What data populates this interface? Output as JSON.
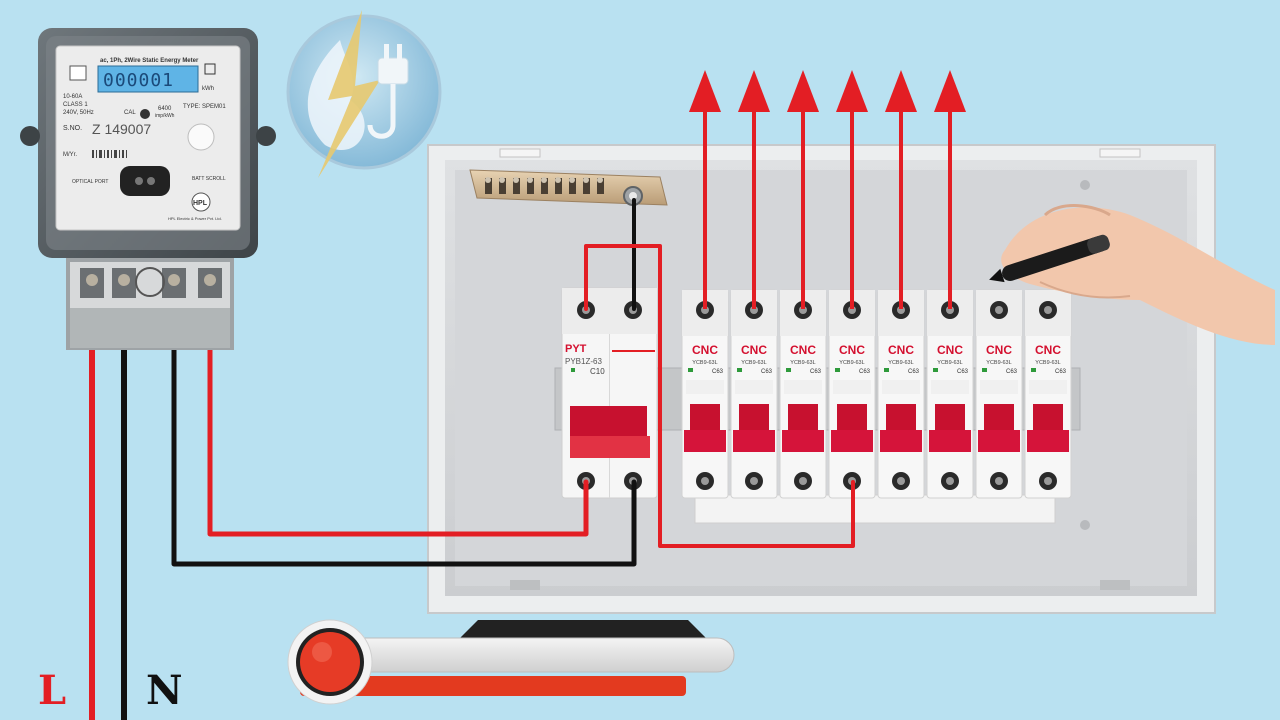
{
  "meter": {
    "title": "ac, 1Ph, 2Wire Static Energy Meter",
    "display_value": "000001",
    "display_unit": "kWh",
    "rating": "10-60A",
    "class": "CLASS 1",
    "voltage": "240V, 50Hz",
    "cal_label": "CAL",
    "cal_value": "6400",
    "cal_unit": "imp/kWh",
    "type": "TYPE: SPEM01",
    "sno_label": "S.NO.",
    "serial": "Z 149007",
    "my_label": "M/Yr.",
    "optical_label": "OPTICAL PORT",
    "batt_label": "BATT SCROLL",
    "brand": "HPL",
    "maker": "HPL Electric & Power Pvt. Ltd."
  },
  "main_breaker": {
    "brand": "PYT",
    "model": "PYB1Z-63",
    "rating": "C10"
  },
  "mcbs": {
    "brand": "CNC",
    "model": "YCB9-63L",
    "rating": "C63",
    "items": [
      "CNC",
      "CNC",
      "CNC",
      "CNC",
      "CNC",
      "CNC",
      "CNC",
      "CNC"
    ]
  },
  "labels": {
    "line": "L",
    "neutral": "N"
  },
  "colors": {
    "background": "#b9e1f1",
    "live_wire": "#e31e24",
    "neutral_wire": "#111111",
    "mcb_handle": "#d5143a",
    "cnc_text": "#d4102f"
  },
  "icons": {
    "logo": "flame-lightning-plug-logo",
    "hand": "hand-with-marker"
  }
}
